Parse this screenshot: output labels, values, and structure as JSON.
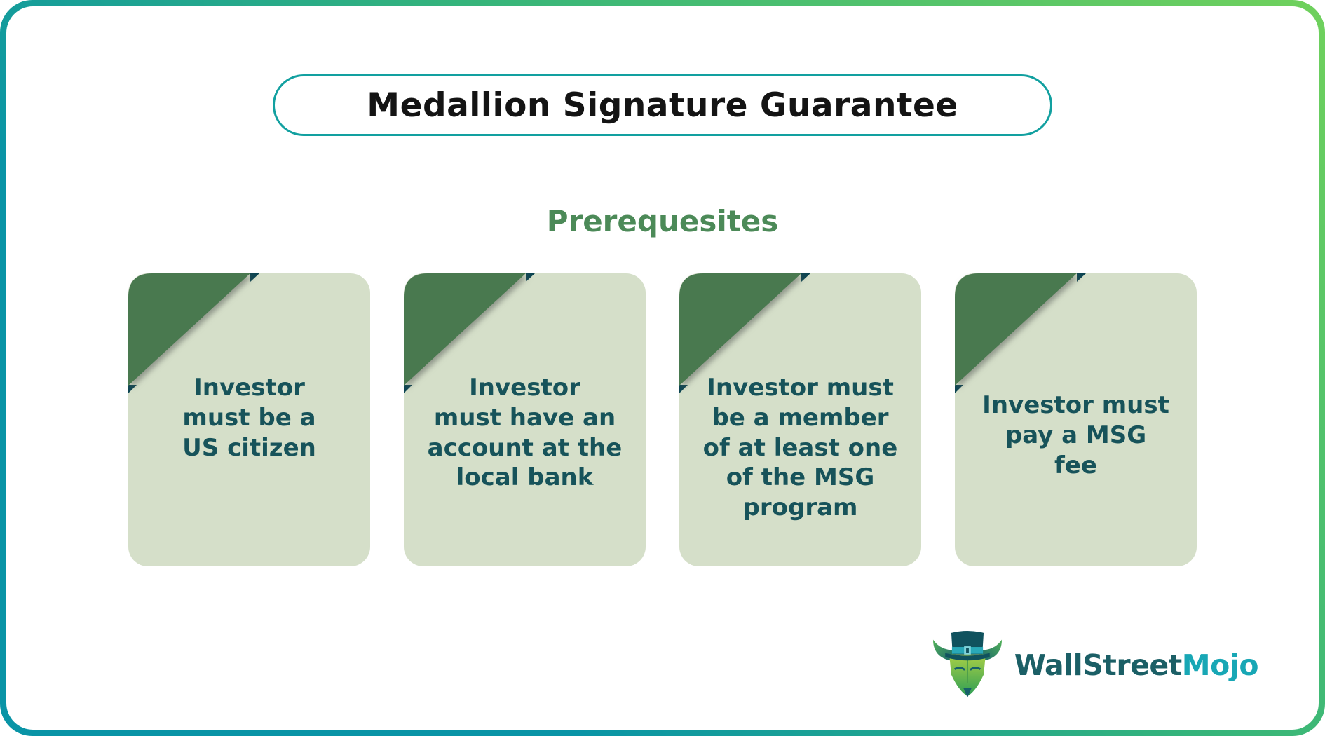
{
  "title": "Medallion Signature Guarantee",
  "subtitle": "Prerequesites",
  "cards": [
    {
      "text": "Investor\nmust be a\nUS citizen"
    },
    {
      "text": "Investor\nmust have an\naccount at the\nlocal bank"
    },
    {
      "text": "Investor must\nbe a member\nof at least one\nof the MSG\nprogram"
    },
    {
      "text": "Investor must\npay a MSG\nfee"
    }
  ],
  "logo": {
    "brand_primary": "WallStreet",
    "brand_secondary": "Mojo"
  },
  "colors": {
    "accent_teal": "#0994a6",
    "accent_green": "#70d15c",
    "pill_border": "#12a0a0",
    "subtitle_green": "#4c8a58",
    "card_bg": "#d5dfc9",
    "fold_green": "#49794f",
    "fold_back": "#0d4552",
    "card_text": "#17535a",
    "logo_dark": "#1b5f66",
    "logo_cyan": "#18a7b5"
  }
}
